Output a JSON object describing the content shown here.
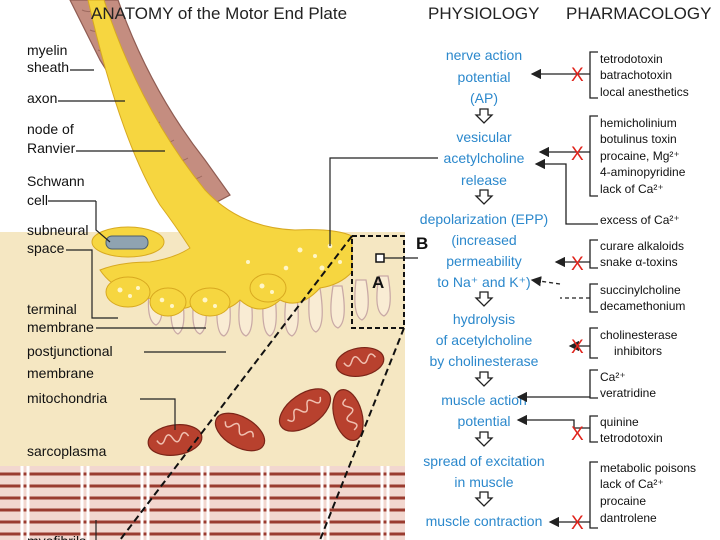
{
  "titles": {
    "anatomy": "ANATOMY of the Motor End Plate",
    "physiology": "PHYSIOLOGY",
    "pharmacology": "PHARMACOLOGY"
  },
  "anatomy_labels": {
    "myelin": [
      "myelin",
      "sheath"
    ],
    "axon": "axon",
    "node": [
      "node of",
      "Ranvier"
    ],
    "schwann": [
      "Schwann",
      "cell"
    ],
    "subneural": [
      "subneural",
      "space"
    ],
    "terminal": [
      "terminal",
      "membrane"
    ],
    "postjunctional": [
      "postjunctional",
      "membrane"
    ],
    "mitochondria": "mitochondria",
    "sarcoplasma": "sarcoplasma",
    "myofibrils": "myofibrils",
    "box_a": "A",
    "box_b": "B"
  },
  "physiology": [
    [
      "nerve action",
      "potential",
      "(AP)"
    ],
    [
      "vesicular",
      "acetylcholine",
      "release"
    ],
    [
      "depolarization (EPP)",
      "(increased",
      "permeability",
      "to Na⁺ and K⁺)"
    ],
    [
      "hydrolysis",
      "of acetylcholine",
      "by cholinesterase"
    ],
    [
      "muscle action",
      "potential"
    ],
    [
      "spread of excitation",
      "in muscle"
    ],
    [
      "muscle contraction"
    ]
  ],
  "pharmacology": [
    [
      "tetrodotoxin",
      "batrachotoxin",
      "local anesthetics"
    ],
    [
      "hemicholinium",
      "botulinus toxin",
      "procaine, Mg²⁺",
      "4-aminopyridine",
      "lack of Ca²⁺"
    ],
    [
      "excess of Ca²⁺"
    ],
    [
      "curare alkaloids",
      "snake α-toxins"
    ],
    [
      "succinylcholine",
      "decamethonium"
    ],
    [
      "cholinesterase",
      "inhibitors"
    ],
    [
      "Ca²⁺",
      "veratridine"
    ],
    [
      "quinine",
      "tetrodotoxin"
    ],
    [
      "metabolic poisons",
      "lack of Ca²⁺",
      "procaine",
      "dantrolene"
    ]
  ],
  "block_mark": "X",
  "colors": {
    "nerve_yellow": "#f6d640",
    "myelin_brown": "#c48d80",
    "muscle_beige": "#f5e7c2",
    "mitochondria_red": "#b8412e",
    "physiology_blue": "#2b88cc",
    "block_red": "#e0231b",
    "myofibril_red": "#9a3b2f"
  }
}
